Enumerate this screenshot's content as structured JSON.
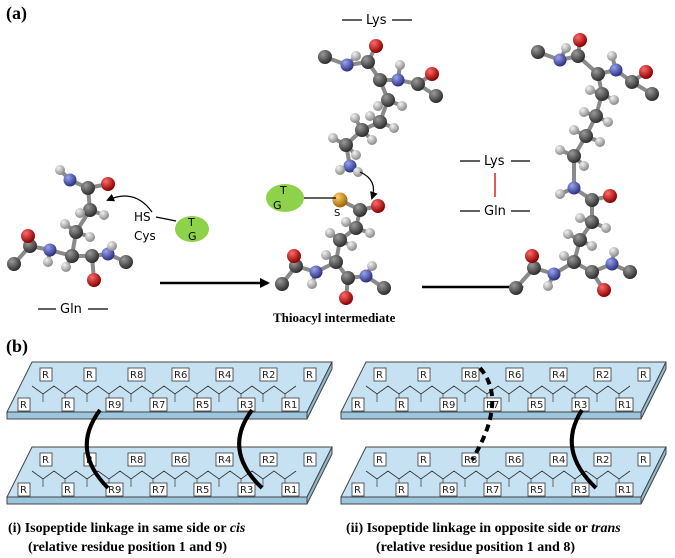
{
  "panels": {
    "a": "(a)",
    "b": "(b)"
  },
  "part_a": {
    "gln_label": "Gln",
    "lys_label": "Lys",
    "cys_hs": "HS",
    "cys_label": "Cys",
    "tg_t": "T",
    "tg_g": "G",
    "sulfur": "S",
    "thioacyl_label": "Thioacyl intermediate",
    "product_lys": "Lys",
    "product_gln": "Gln"
  },
  "part_b": {
    "r_generic": "R",
    "residues_top": [
      "R8",
      "R6",
      "R4",
      "R2",
      "R9",
      "R7",
      "R5",
      "R3",
      "R1"
    ],
    "caption_i_line1_prefix": "(i) Isopeptide linkage in same side or ",
    "caption_i_line1_em": "cis",
    "caption_i_line2": "(relative residue position 1 and 9)",
    "caption_ii_line1_prefix": "(ii) Isopeptide linkage in opposite side or ",
    "caption_ii_line1_em": "trans",
    "caption_ii_line2": "(relative residue position 1 and 8)"
  },
  "colors": {
    "carbon": "#4a4a4a",
    "hydrogen": "#b8b8b8",
    "oxygen": "#c0151b",
    "nitrogen": "#4b56b0",
    "sulfur": "#d99a1e",
    "enzyme": "#8ed14b",
    "sheet": "#c6e2f2",
    "link_red": "#d22"
  }
}
